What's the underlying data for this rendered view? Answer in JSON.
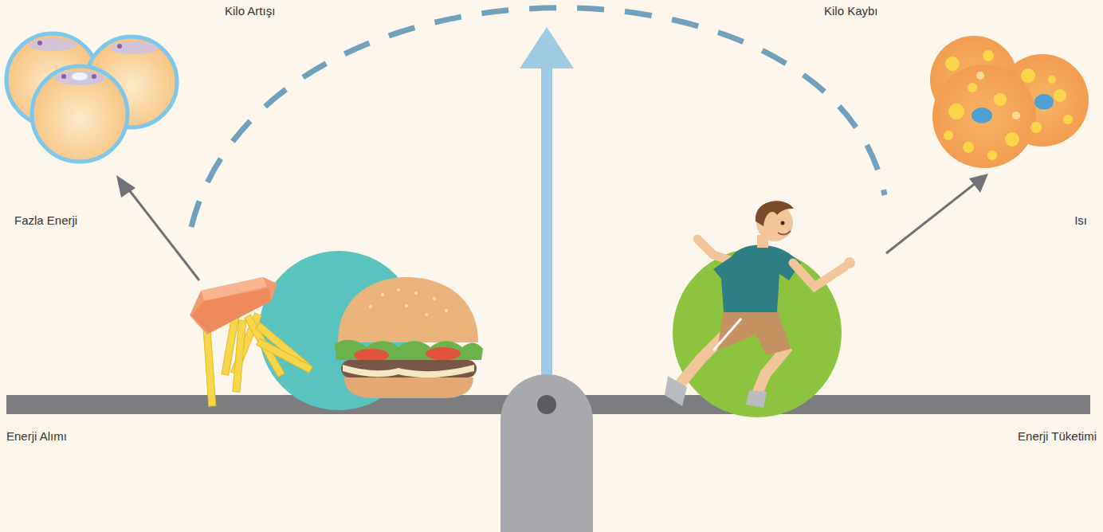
{
  "diagram": {
    "labels": [
      "Kilo Artışı",
      "Kilo Kaybı",
      "Fazla Enerji",
      "Isı",
      "Enerji Alımı",
      "Enerji Tüketimi"
    ]
  }
}
